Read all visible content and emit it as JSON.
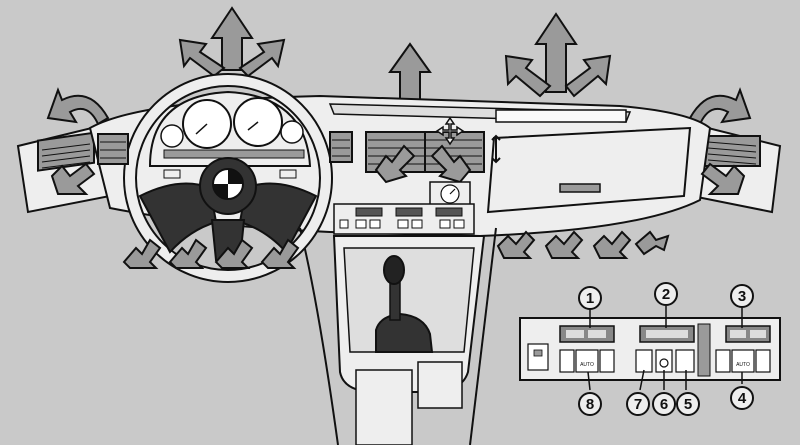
{
  "callouts": {
    "c1": "1",
    "c2": "2",
    "c3": "3",
    "c4": "4",
    "c5": "5",
    "c6": "6",
    "c7": "7",
    "c8": "8"
  },
  "panel": {
    "auto_left": "AUTO",
    "auto_right": "AUTO"
  },
  "colors": {
    "background": "#c9c9c9",
    "line": "#111111",
    "fill_light": "#eeeeee",
    "fill_mid": "#9a9a9a"
  }
}
